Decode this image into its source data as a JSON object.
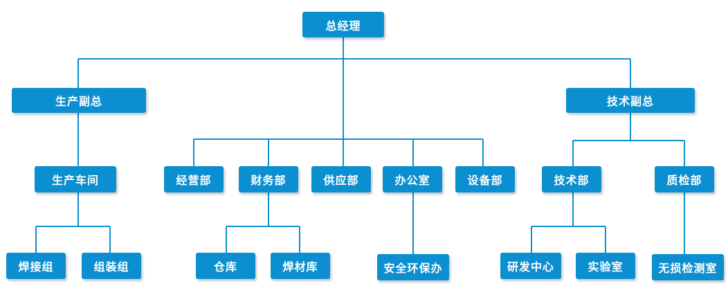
{
  "org_chart": {
    "line_color": "#0b8fd0",
    "box_color": "#0b8fd0",
    "text_color": "#ffffff",
    "nodes": {
      "gm": "总经理",
      "prod_vp": "生产副总",
      "tech_vp": "技术副总",
      "workshop": "生产车间",
      "business": "经营部",
      "finance": "财务部",
      "supply": "供应部",
      "office": "办公室",
      "equipment": "设备部",
      "tech_dept": "技术部",
      "qc_dept": "质检部",
      "welding_team": "焊接组",
      "assembly_team": "组装组",
      "warehouse": "仓库",
      "welding_material": "焊材库",
      "safety_env": "安全环保办",
      "rnd_center": "研发中心",
      "lab": "实验室",
      "ndt_room": "无损检测室"
    }
  }
}
